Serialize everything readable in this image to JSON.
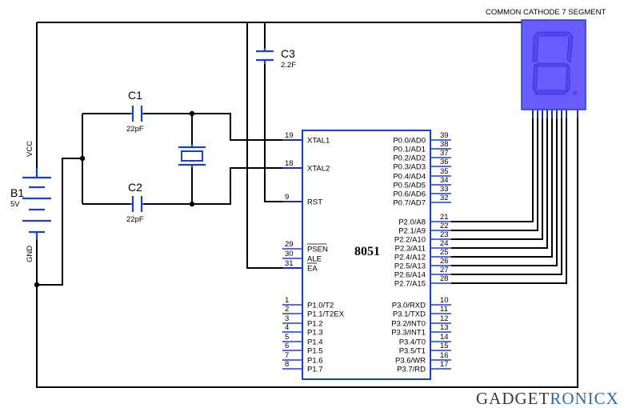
{
  "display": {
    "title": "COMMON CATHODE 7 SEGMENT",
    "digit_color": "#6a5cff",
    "lit_color": "#5347f0"
  },
  "battery": {
    "name": "B1",
    "value": "5V",
    "vcc": "VCC",
    "gnd": "GND"
  },
  "capacitors": [
    {
      "name": "C1",
      "value": "22pF"
    },
    {
      "name": "C2",
      "value": "22pF"
    },
    {
      "name": "C3",
      "value": "2.2F"
    }
  ],
  "mcu": {
    "name": "8051",
    "left_pins": [
      {
        "num": "19",
        "label": "XTAL1"
      },
      {
        "num": "18",
        "label": "XTAL2"
      },
      {
        "num": "9",
        "label": "RST"
      },
      {
        "num": "29",
        "label": "PSEN"
      },
      {
        "num": "30",
        "label": "ALE"
      },
      {
        "num": "31",
        "label": "EA"
      },
      {
        "num": "1",
        "label": "P1.0/T2"
      },
      {
        "num": "2",
        "label": "P1.1/T2EX"
      },
      {
        "num": "3",
        "label": "P1.2"
      },
      {
        "num": "4",
        "label": "P1.3"
      },
      {
        "num": "5",
        "label": "P1.4"
      },
      {
        "num": "6",
        "label": "P1.5"
      },
      {
        "num": "7",
        "label": "P1.6"
      },
      {
        "num": "8",
        "label": "P1.7"
      }
    ],
    "right_pins": [
      {
        "num": "39",
        "label": "P0.0/AD0"
      },
      {
        "num": "38",
        "label": "P0.1/AD1"
      },
      {
        "num": "37",
        "label": "P0.2/AD2"
      },
      {
        "num": "36",
        "label": "P0.3/AD3"
      },
      {
        "num": "35",
        "label": "P0.4/AD4"
      },
      {
        "num": "34",
        "label": "P0.5/AD5"
      },
      {
        "num": "33",
        "label": "P0.6/AD6"
      },
      {
        "num": "32",
        "label": "P0.7/AD7"
      },
      {
        "num": "21",
        "label": "P2.0/A8"
      },
      {
        "num": "22",
        "label": "P2.1/A9"
      },
      {
        "num": "23",
        "label": "P2.2/A10"
      },
      {
        "num": "24",
        "label": "P2.3/A11"
      },
      {
        "num": "25",
        "label": "P2.4/A12"
      },
      {
        "num": "26",
        "label": "P2.5/A13"
      },
      {
        "num": "27",
        "label": "P2.6/A14"
      },
      {
        "num": "28",
        "label": "P2.7/A15"
      },
      {
        "num": "10",
        "label": "P3.0/RXD"
      },
      {
        "num": "11",
        "label": "P3.1/TXD"
      },
      {
        "num": "12",
        "label": "P3.2/INT0"
      },
      {
        "num": "13",
        "label": "P3.3/INT1"
      },
      {
        "num": "14",
        "label": "P3.4/T0"
      },
      {
        "num": "15",
        "label": "P3.5/T1"
      },
      {
        "num": "16",
        "label": "P3.6/WR"
      },
      {
        "num": "17",
        "label": "P3.7/RD"
      }
    ]
  },
  "brand": {
    "part1": "GADGET",
    "part2": "RONICX"
  }
}
